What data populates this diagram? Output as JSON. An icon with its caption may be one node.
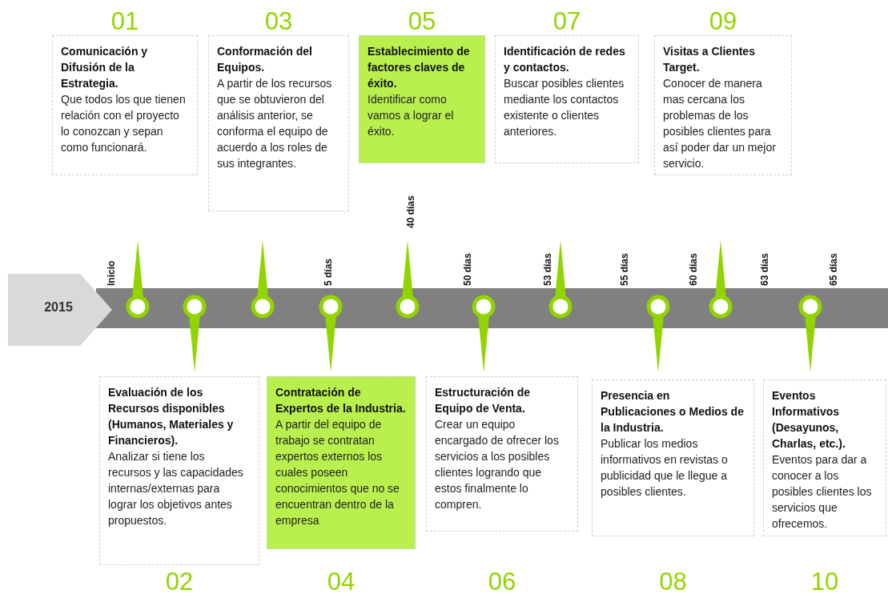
{
  "diagram": {
    "nodes": [
      {
        "text": [
          "2015"
        ]
      },
      {
        "text": [
          "01",
          "Comunicación y Difusión de la Estrategia.",
          "Que todos los que tienen relación con el proyecto lo conozcan y sepan como funcionará."
        ]
      },
      {
        "text": [
          "Evaluación de los Recursos disponibles (Humanos, Materiales y Financieros).",
          "Analizar si tiene los recursos y las capacidades internas/externas para lograr los objetivos antes propuestos.",
          "02"
        ]
      },
      {
        "text": [
          "03",
          "Conformación del Equipos.",
          "A partir de los recursos que se obtuvieron del análisis anterior, se conforma el equipo de acuerdo a los roles de sus integrantes."
        ]
      },
      {
        "text": [
          "Contratación de Expertos de la Industria.",
          "A partir del equipo de trabajo se contratan expertos externos los cuales poseen conocimientos que no se encuentran dentro de la empresa",
          "04"
        ]
      },
      {
        "text": [
          "05",
          "Establecimiento de factores claves de éxito.",
          "Identificar como vamos a lograr el éxito."
        ]
      },
      {
        "text": [
          "Estructuración de Equipo de Venta.",
          "Crear un equipo encargado de ofrecer los servicios a los posibles clientes logrando que estos finalmente lo compren.",
          "06"
        ]
      },
      {
        "text": [
          "07",
          "Identificación de redes y contactos.",
          "Buscar posibles clientes mediante los contactos existente o clientes anteriores."
        ]
      },
      {
        "text": [
          "Presencia en Publicaciones o Medios de la Industria.",
          "Publicar los medios informativos en revistas o publicidad que le llegue a posibles clientes.",
          "08"
        ]
      },
      {
        "text": [
          "09",
          "Visitas a Clientes Target.",
          "Conocer de manera mas cercana los problemas de los posibles clientes para así poder dar un mejor servicio."
        ]
      },
      {
        "text": [
          "Eventos Informativos (Desayunos, Charlas, etc.).",
          "Eventos para dar a conocer a los posibles clientes los servicios que ofrecemos.",
          "10"
        ]
      }
    ],
    "labels": [
      "Inicio",
      "5 días",
      "40 días",
      "50 días",
      "53 días",
      "55 días",
      "60 días",
      "63 días",
      "65 días"
    ]
  }
}
